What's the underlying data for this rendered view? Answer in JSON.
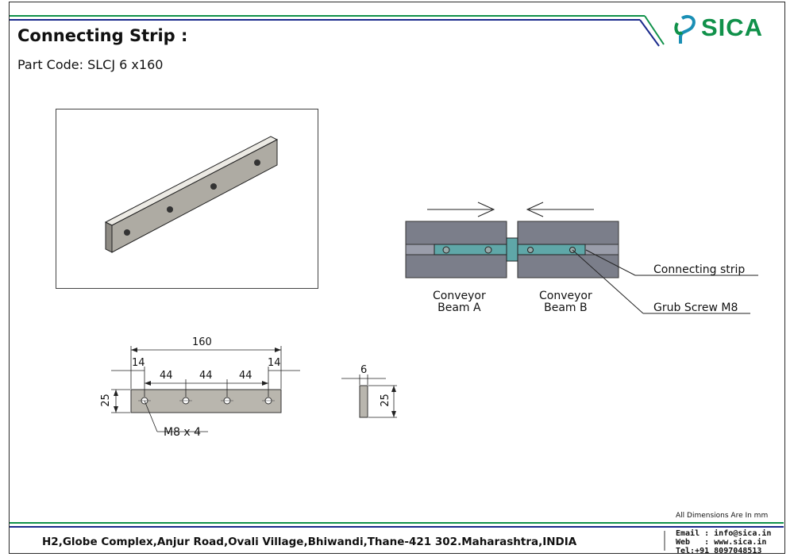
{
  "header": {
    "title": "Connecting Strip :",
    "part_code": "Part Code: SLCJ 6 x160",
    "logo_text": "SICA"
  },
  "assembly": {
    "labels": {
      "beam_a": "Conveyor\nBeam A",
      "beam_b": "Conveyor\nBeam B",
      "connecting_strip": "Connecting strip",
      "grub_screw": "Grub Screw M8"
    }
  },
  "drawing": {
    "dims": {
      "overall_length": "160",
      "end_left": "14",
      "end_right": "14",
      "pitch_1": "44",
      "pitch_2": "44",
      "pitch_3": "44",
      "height_front": "25",
      "height_side": "25",
      "thickness": "6",
      "holes": "M8 x 4"
    }
  },
  "footer": {
    "note": "All Dimensions Are In mm",
    "address": "H2,Globe Complex,Anjur Road,Ovali Village,Bhiwandi,Thane-421 302.Maharashtra,INDIA",
    "email": "Email : info@sica.in",
    "web": "Web   : www.sica.in",
    "tel": "Tel:+91 8097048513"
  },
  "colors": {
    "brand_green": "#10914a",
    "brand_blue": "#1a2a8c",
    "strip_teal": "#5fa7a8",
    "beam_grey": "#7b7e8a",
    "part_grey": "#b9b6ae"
  }
}
